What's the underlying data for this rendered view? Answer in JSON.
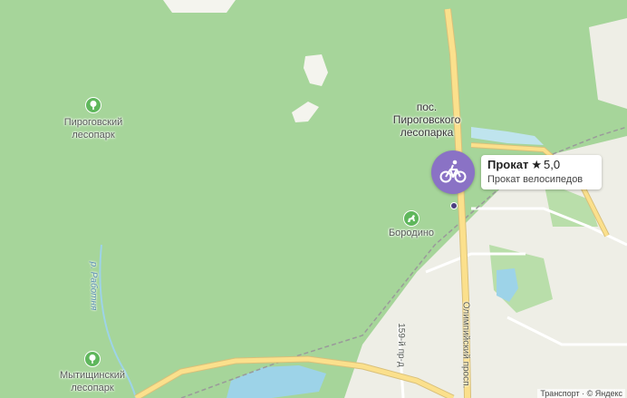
{
  "colors": {
    "forest": "#a6d59a",
    "urban": "#eeeee6",
    "water": "#9dd3e8",
    "road_major": "#fbe08c",
    "road_minor": "#ffffff",
    "railway": "#9a9a9a",
    "pin": "#8a72c5"
  },
  "labels": {
    "pirogovsky_park": {
      "line1": "Пироговский",
      "line2": "лесопарк",
      "icon": "tree-icon"
    },
    "pirogovsky_village": {
      "line1": "пос.",
      "line2": "Пироговского",
      "line3": "лесопарка"
    },
    "borodino": {
      "name": "Бородино",
      "icon": "horse-icon"
    },
    "mytishchi_park": {
      "line1": "Мытищинский",
      "line2": "лесопарк",
      "icon": "tree-icon"
    },
    "river": "р. Работня",
    "street_159": "159-й пр-д",
    "street_olympic": "Олимпийский просп."
  },
  "poi": {
    "title": "Прокат",
    "star": "★",
    "rating": "5,0",
    "category": "Прокат велосипедов",
    "icon": "bicycle-icon"
  },
  "attribution": "Транспорт · © Яндекс"
}
